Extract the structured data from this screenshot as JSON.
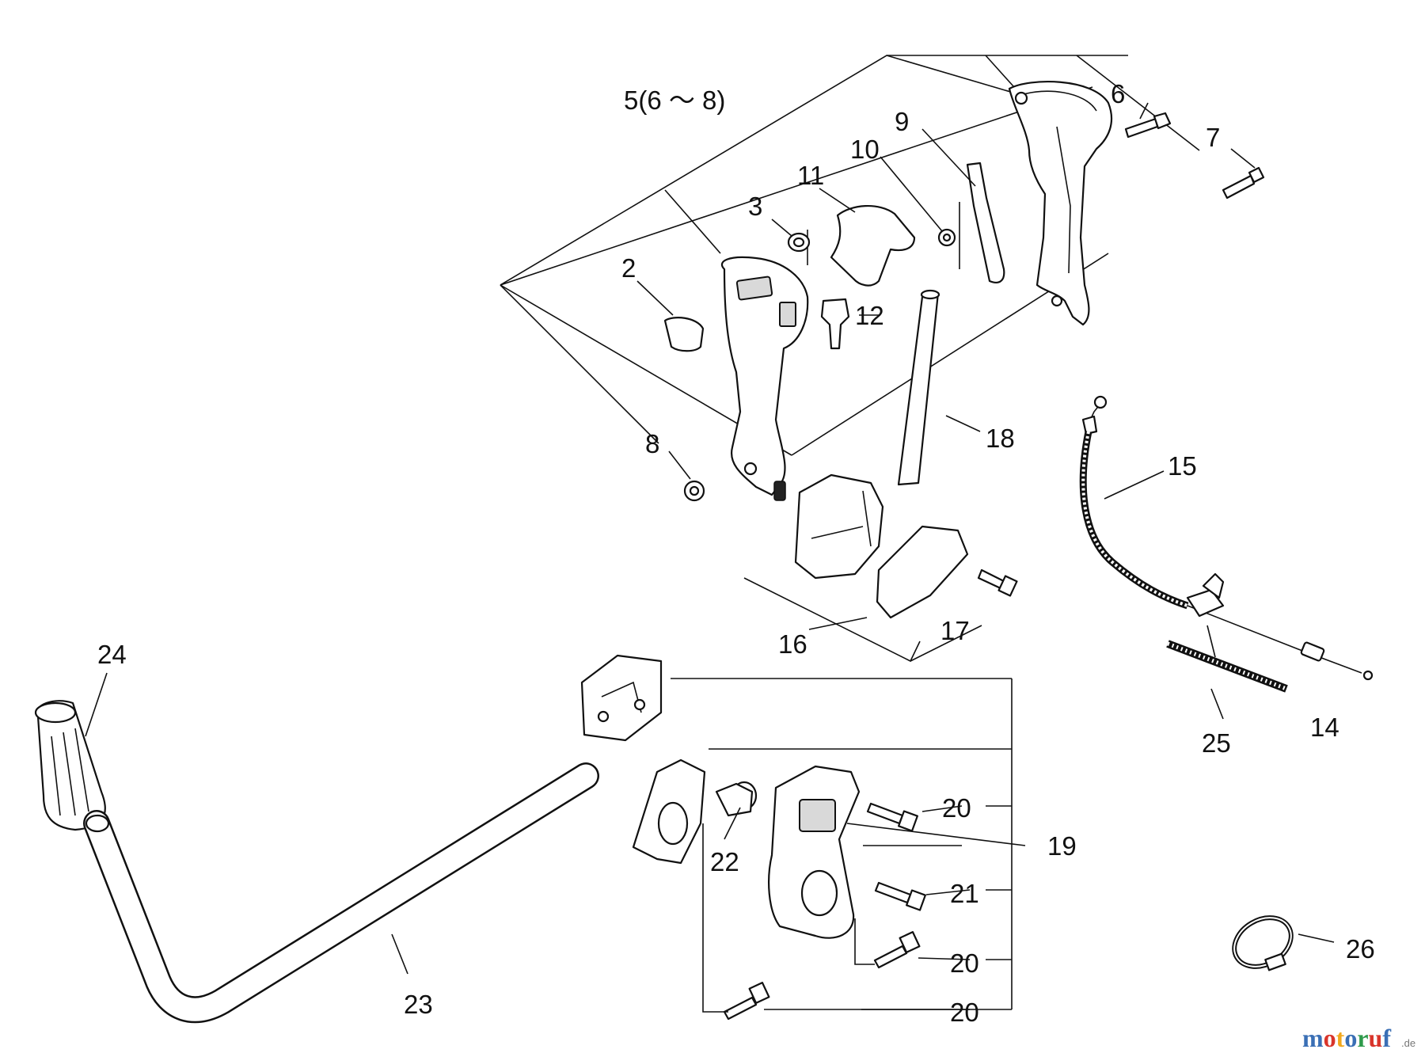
{
  "labels": {
    "l5": "5(6 ～ 8)",
    "l6": "6",
    "l7": "7",
    "l9": "9",
    "l10": "10",
    "l11": "11",
    "l3": "3",
    "l2": "2",
    "l12": "12",
    "l8": "8",
    "l18": "18",
    "l15": "15",
    "l16": "16",
    "l17": "17",
    "l24": "24",
    "l25": "25",
    "l14": "14",
    "l20a": "20",
    "l19": "19",
    "l21": "21",
    "l20b": "20",
    "l20c": "20",
    "l22": "22",
    "l23": "23",
    "l26": "26"
  },
  "watermark": {
    "text": "motoruf",
    "suffix": ".de",
    "colors": [
      "#3a6fb5",
      "#d9352b",
      "#f2a81d",
      "#3a6fb5",
      "#2e9a4b",
      "#d9352b",
      "#3a6fb5"
    ]
  }
}
